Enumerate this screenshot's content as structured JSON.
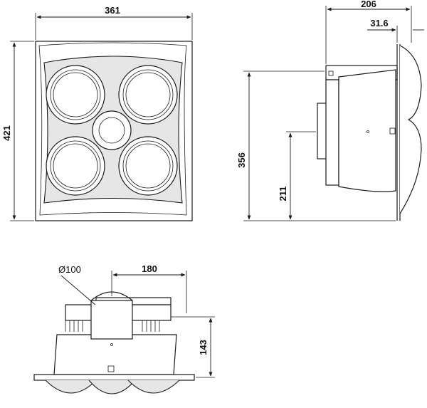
{
  "dimensions": {
    "front_width": "361",
    "front_height": "421",
    "side_depth": "206",
    "side_flange": "31.6",
    "side_height": "356",
    "side_inner_height": "211",
    "bottom_duct_diameter": "Ø100",
    "bottom_duct_offset": "180",
    "bottom_height": "143"
  }
}
